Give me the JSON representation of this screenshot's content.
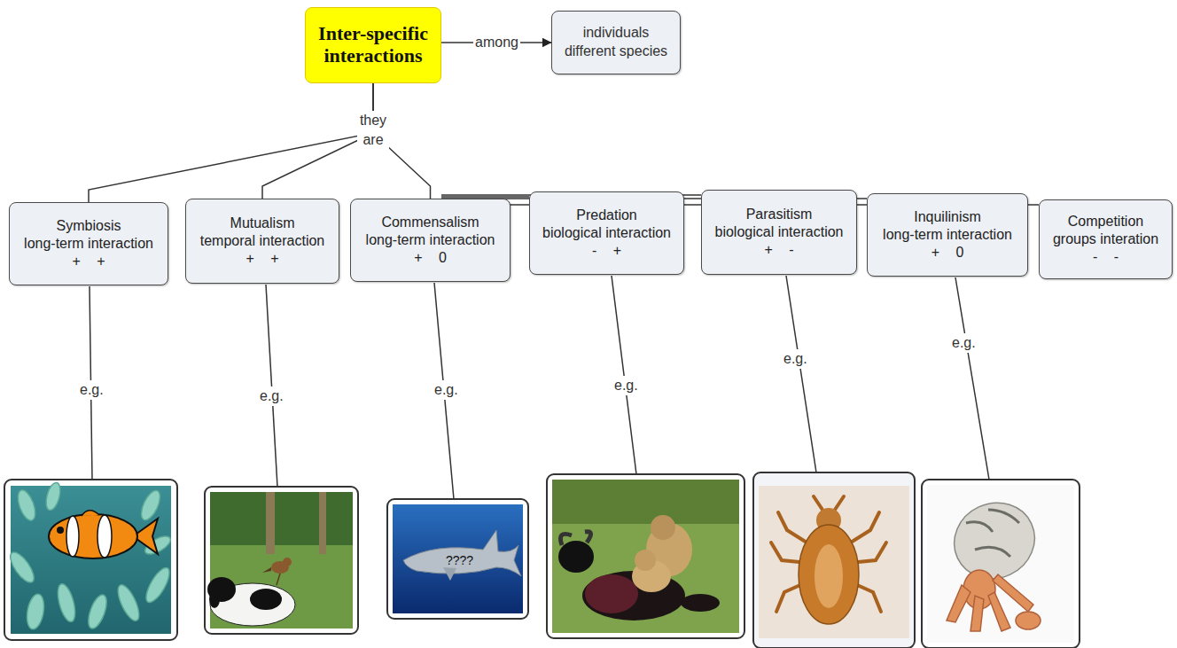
{
  "diagram": {
    "nodes": [
      {
        "text": [
          "Inter-specific interactions"
        ]
      },
      {
        "text": [
          "individuals different species"
        ]
      },
      {
        "text": [
          "Symbiosis",
          "long-term interaction",
          "+ +"
        ]
      },
      {
        "text": [
          "Mutualism",
          "temporal interaction",
          "+ +"
        ]
      },
      {
        "text": [
          "Commensalism",
          "long-term interaction",
          "+ 0"
        ]
      },
      {
        "text": [
          "Predation",
          "biological interaction",
          "- +"
        ]
      },
      {
        "text": [
          "Parasitism",
          "biological interaction",
          "+ -"
        ]
      },
      {
        "text": [
          "Inquilinism",
          "long-term interaction",
          "+ 0"
        ]
      },
      {
        "text": [
          "Competition",
          "groups interation",
          "- -"
        ]
      }
    ],
    "edges": [
      {
        "from": 0,
        "to": 1,
        "label": "among",
        "arrow": "to"
      },
      {
        "from": 0,
        "to": 2,
        "arrow": "none"
      },
      {
        "from": 0,
        "to": 3,
        "arrow": "none"
      },
      {
        "from": 0,
        "to": 4,
        "arrow": "none"
      },
      {
        "from": 0,
        "to": 5,
        "arrow": "none"
      },
      {
        "from": 0,
        "to": 6,
        "arrow": "none"
      },
      {
        "from": 0,
        "to": 7,
        "arrow": "none"
      },
      {
        "from": 0,
        "to": 8,
        "arrow": "none"
      }
    ],
    "labels": [
      "they are",
      "e.g.",
      "e.g.",
      "e.g.",
      "e.g.",
      "e.g.",
      "e.g.",
      "????"
    ]
  }
}
